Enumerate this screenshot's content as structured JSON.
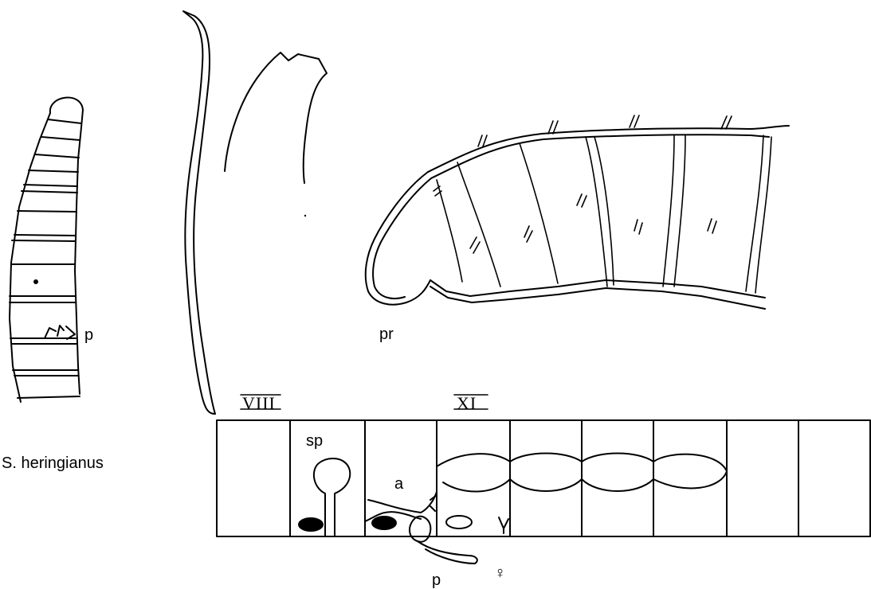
{
  "figure": {
    "species_caption": "S. heringianus",
    "labels": {
      "penial_setae_on_worm": "p",
      "prostomium": "pr",
      "segment_viii": "VIII",
      "segment_xi": "XI",
      "spermatheca": "sp",
      "atrium": "a",
      "penis": "p",
      "female_symbol": "♀"
    }
  }
}
